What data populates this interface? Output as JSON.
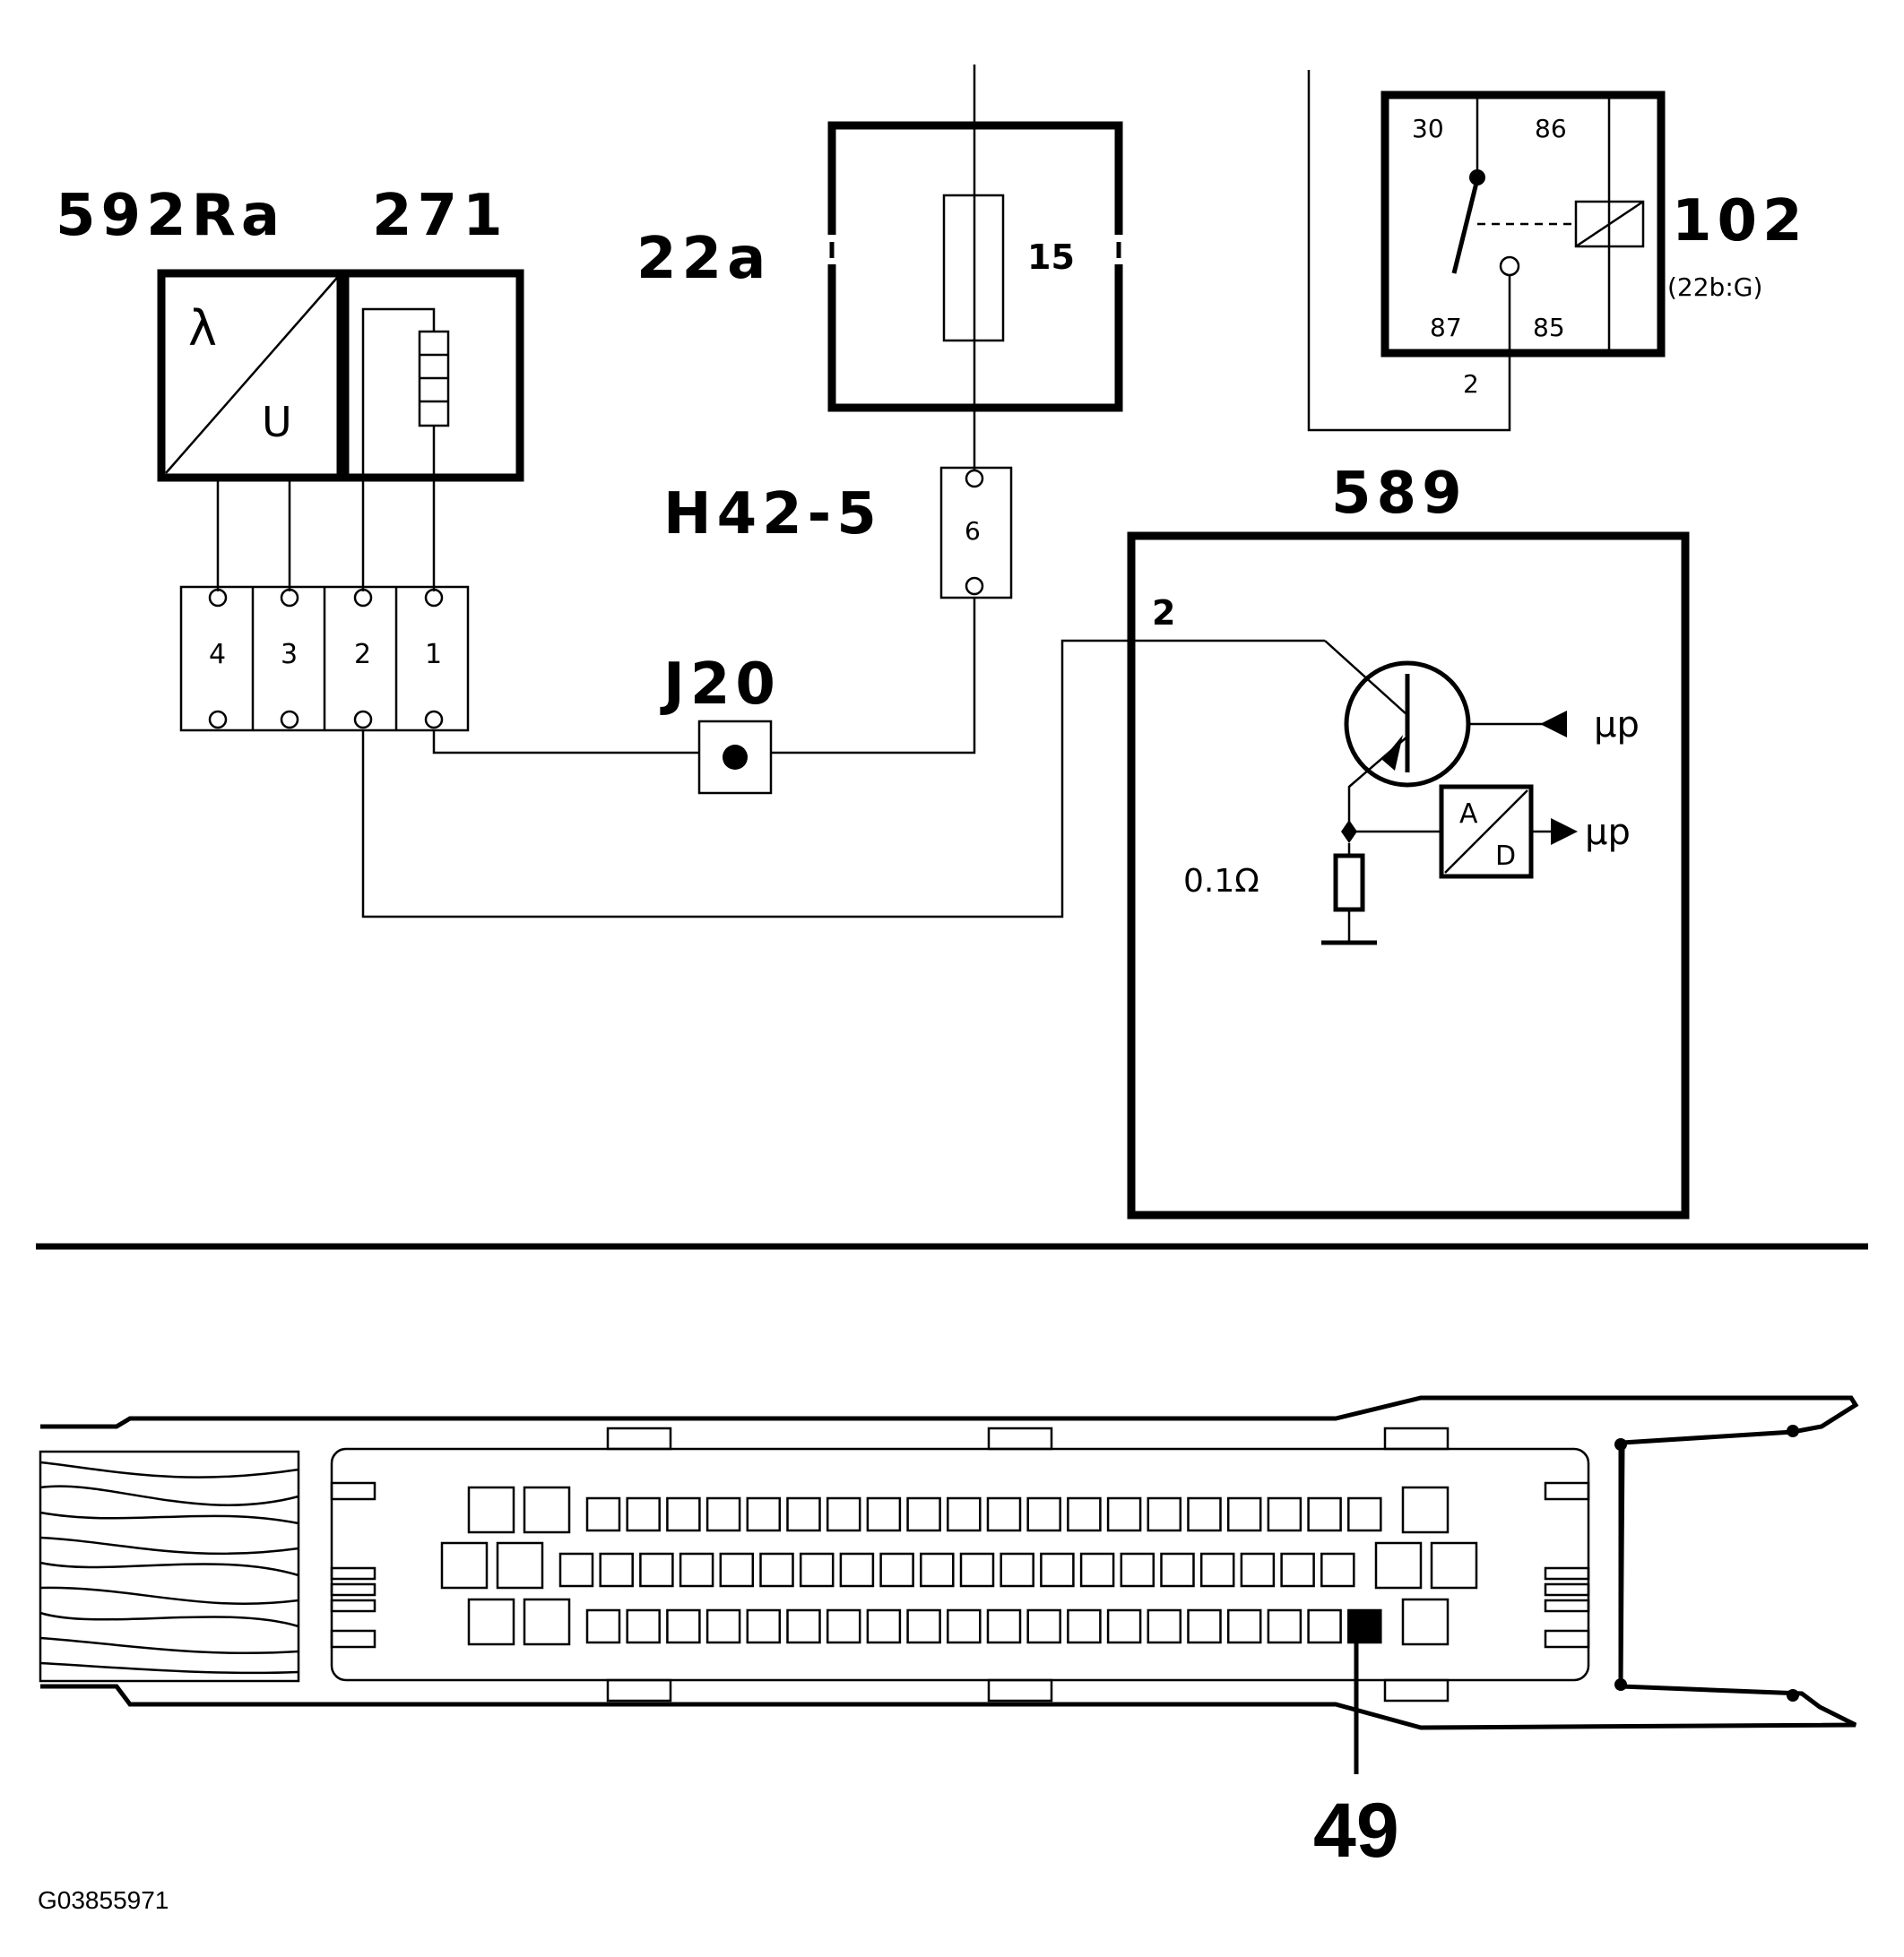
{
  "components": {
    "sensor_left": "592Ra",
    "sensor_right": "271",
    "lambda_symbol": "λ",
    "voltage_symbol": "U",
    "fuse_box": "22a",
    "fuse_number": "15",
    "connector_h42": "H42-5",
    "connector_h42_pin": "6",
    "splice": "J20",
    "relay": "102",
    "relay_location": "(22b:G)",
    "relay_pin_30": "30",
    "relay_pin_86": "86",
    "relay_pin_87": "87",
    "relay_pin_85": "85",
    "relay_wire_pin": "2",
    "ecu": "589",
    "ecu_pin": "2",
    "resistor_value": "0.1Ω",
    "adc_a": "A",
    "adc_d": "D",
    "mp_1": "µp",
    "mp_2": "µp"
  },
  "sensor_connector_pins": [
    "4",
    "3",
    "2",
    "1"
  ],
  "ecu_connector": {
    "pin_callout": "49"
  },
  "figure_code": "G03855971"
}
